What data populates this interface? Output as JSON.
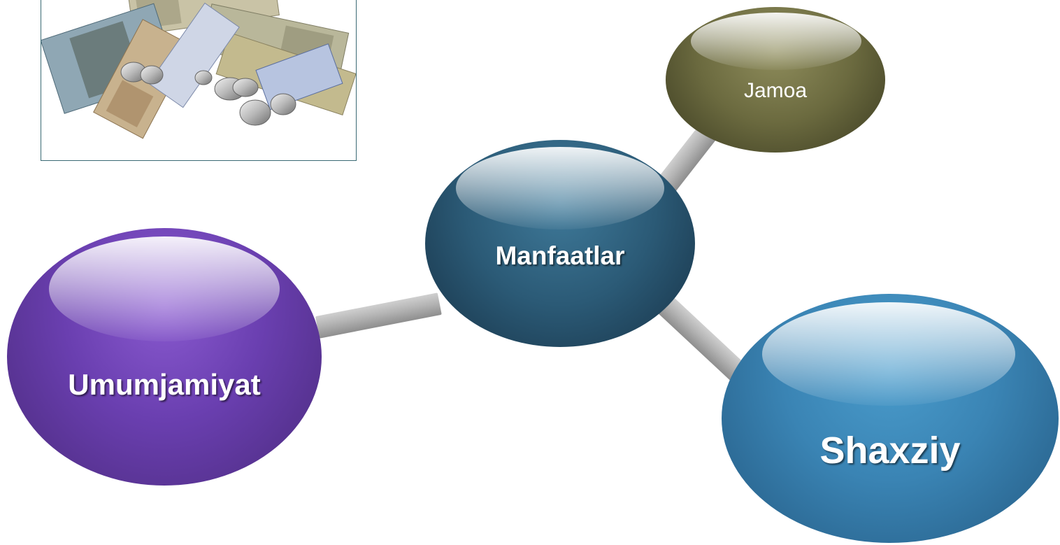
{
  "picture": {
    "icon": "money-banknotes-coins-icon"
  },
  "diagram": {
    "center": {
      "label": "Manfaatlar"
    },
    "nodes": {
      "left": {
        "label": "Umumjamiyat"
      },
      "top_right": {
        "label": "Jamoa"
      },
      "bottom_right": {
        "label": "Shaxziy"
      }
    }
  },
  "colors": {
    "center": "#2b5a76",
    "left": "#6a3fb0",
    "top_right": "#6b6a3f",
    "bottom_right": "#3a84b4",
    "connector": "#b4b4b4",
    "frame_border": "#3a6a74"
  }
}
